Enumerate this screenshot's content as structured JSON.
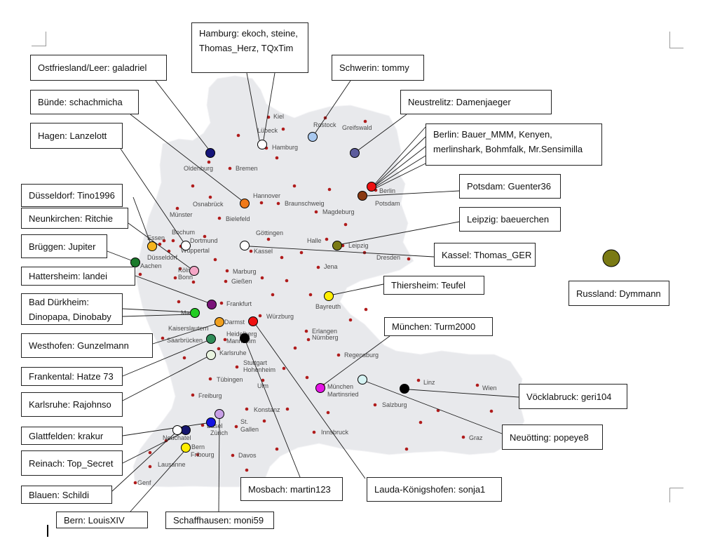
{
  "map": {
    "land_color": "#e8e9ec",
    "city_dot_color": "#b01c1c",
    "cities": [
      "Kiel",
      "Lübeck",
      "Rostock",
      "Greifswald",
      "Hamburg",
      "Oldenburg",
      "Bremen",
      "Hannover",
      "Osnabrück",
      "Braunschweig",
      "Berlin",
      "Potsdam",
      "Magdeburg",
      "Münster",
      "Bielefeld",
      "Bochum",
      "Essen",
      "Dortmund",
      "Göttingen",
      "Wuppertal",
      "Düsseldorf",
      "Aachen",
      "Kassel",
      "Halle",
      "Leipzig",
      "Dresden",
      "Köln",
      "Bonn",
      "Marburg",
      "Gießen",
      "Jena",
      "Frankfurt",
      "Bayreuth",
      "Ma",
      "Darmst",
      "Würzburg",
      "Kaiserslautern",
      "Erlangen",
      "Nürnberg",
      "Saarbrücken",
      "Heidelberg",
      "Mannheim",
      "Karlsruhe",
      "Stuttgart",
      "Hohenheim",
      "Regensburg",
      "Tübingen",
      "Ulm",
      "Linz",
      "Wien",
      "München",
      "Martinsried",
      "Freiburg",
      "Salzburg",
      "Konstanz",
      "Basel",
      "St.",
      "Gallen",
      "Zürich",
      "Innsbruck",
      "Neuchatel",
      "Graz",
      "Bern",
      "Fribourg",
      "Davos",
      "Lausanne",
      "Genf"
    ]
  },
  "callouts": [
    {
      "lines": [
        "Ostfriesland/Leer: galadriel"
      ],
      "marker_color": "#15157a"
    },
    {
      "lines": [
        "Hamburg: ekoch, steine,",
        "Thomas_Herz, TQxTim"
      ],
      "marker_color": "#ffffff"
    },
    {
      "lines": [
        "Schwerin: tommy"
      ],
      "marker_color": "#a9c9f0"
    },
    {
      "lines": [
        "Bünde: schachmicha"
      ],
      "marker_color": "#f07a1a"
    },
    {
      "lines": [
        "Neustrelitz: Damenjaeger"
      ],
      "marker_color": "#5c5c9c"
    },
    {
      "lines": [
        "Hagen: Lanzelott"
      ],
      "marker_color": "#ffffff"
    },
    {
      "lines": [
        "Berlin: Bauer_MMM, Kenyen,",
        "merlinshark, Bohmfalk, Mr.Sensimilla"
      ],
      "marker_color": "#ee1111"
    },
    {
      "lines": [
        "Potsdam: Guenter36"
      ],
      "marker_color": "#8a3a12"
    },
    {
      "lines": [
        "Düsseldorf: Tino1996"
      ],
      "marker_color": "#f5b41e"
    },
    {
      "lines": [
        "Neunkirchen: Ritchie"
      ],
      "marker_color": "#f4a6c6"
    },
    {
      "lines": [
        "Leipzig: baeuerchen"
      ],
      "marker_color": "#7a7a14"
    },
    {
      "lines": [
        "Brüggen: Jupiter"
      ],
      "marker_color": "#1b7a2b"
    },
    {
      "lines": [
        "Kassel: Thomas_GER"
      ],
      "marker_color": "#ffffff"
    },
    {
      "lines": [
        "Hattersheim: landei"
      ],
      "marker_color": "#7a147a"
    },
    {
      "lines": [
        "Thiersheim: Teufel"
      ],
      "marker_color": "#ffee00"
    },
    {
      "lines": [
        "Russland: Dymmann"
      ],
      "marker_color": "#7a7a14"
    },
    {
      "lines": [
        "Bad Dürkheim:",
        "Dinopapa, Dinobaby"
      ],
      "marker_color": "#22cc22"
    },
    {
      "lines": [
        "München: Turm2000"
      ],
      "marker_color": "#e414e4"
    },
    {
      "lines": [
        "Westhofen: Gunzelmann"
      ],
      "marker_color": "#f0a020"
    },
    {
      "lines": [
        "Frankental: Hatze 73"
      ],
      "marker_color": "#2e8b57"
    },
    {
      "lines": [
        "Karlsruhe: Rajohnso"
      ],
      "marker_color": "#e8f3df"
    },
    {
      "lines": [
        "Vöcklabruck: geri104"
      ],
      "marker_color": "#000000"
    },
    {
      "lines": [
        "Glattfelden: krakur"
      ],
      "marker_color": "#1414e0"
    },
    {
      "lines": [
        "Neuötting: popeye8"
      ],
      "marker_color": "#d6f3f3"
    },
    {
      "lines": [
        "Reinach: Top_Secret"
      ],
      "marker_color": "#15156e"
    },
    {
      "lines": [
        "Blauen: Schildi"
      ],
      "marker_color": "#ffffff"
    },
    {
      "lines": [
        "Mosbach: martin123"
      ],
      "marker_color": "#000000"
    },
    {
      "lines": [
        "Lauda-Königshofen: sonja1"
      ],
      "marker_color": "#ee1111"
    },
    {
      "lines": [
        "Bern: LouisXIV"
      ],
      "marker_color": "#ffee00"
    },
    {
      "lines": [
        "Schaffhausen: moni59"
      ],
      "marker_color": "#c8a0e6"
    }
  ]
}
